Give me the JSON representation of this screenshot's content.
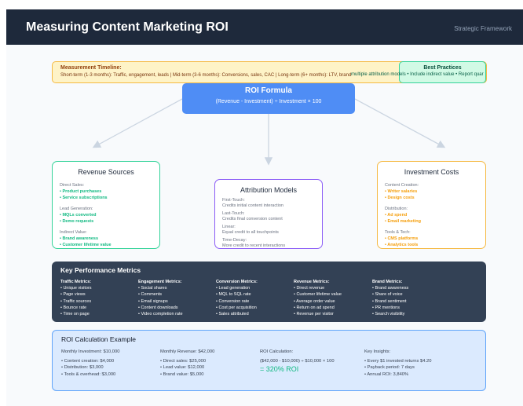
{
  "header": {
    "title": "Measuring Content Marketing ROI",
    "subtitle": "Strategic Framework"
  },
  "timeline": {
    "title": "Measurement Timeline:",
    "text": "Short-term (1-3 months): Traffic, engagement, leads | Mid-term (3-6 months): Conversions, sales, CAC | Long-term (6+ months): LTV, brand"
  },
  "best_practices": {
    "title": "Best Practices",
    "text": "multiple attribution models • Include indirect value • Report quar"
  },
  "formula": {
    "title": "ROI Formula",
    "text": "(Revenue - Investment) ÷ Investment × 100"
  },
  "revenue": {
    "title": "Revenue Sources",
    "color": "#10b981",
    "groups": [
      {
        "label": "Direct Sales:",
        "items": [
          "• Product purchases",
          "• Service subscriptions"
        ]
      },
      {
        "label": "Lead Generation:",
        "items": [
          "• MQLs converted",
          "• Demo requests"
        ]
      },
      {
        "label": "Indirect Value:",
        "items": [
          "• Brand awareness",
          "• Customer lifetime value"
        ]
      }
    ]
  },
  "attribution": {
    "title": "Attribution Models",
    "color": "#8b5cf6",
    "groups": [
      {
        "label": "First-Touch:",
        "desc": "Credits initial content interaction"
      },
      {
        "label": "Last-Touch:",
        "desc": "Credits final conversion content"
      },
      {
        "label": "Linear:",
        "desc": "Equal credit to all touchpoints"
      },
      {
        "label": "Time-Decay:",
        "desc": "More credit to recent interactions"
      }
    ]
  },
  "investment": {
    "title": "Investment Costs",
    "color": "#f59e0b",
    "groups": [
      {
        "label": "Content Creation:",
        "items": [
          "• Writer salaries",
          "• Design costs"
        ]
      },
      {
        "label": "Distribution:",
        "items": [
          "• Ad spend",
          "• Email marketing"
        ]
      },
      {
        "label": "Tools & Tech:",
        "items": [
          "• CMS platforms",
          "• Analytics tools"
        ]
      }
    ]
  },
  "kpi": {
    "title": "Key Performance Metrics",
    "columns": [
      {
        "heading": "Traffic Metrics:",
        "items": [
          "• Unique visitors",
          "• Page views",
          "• Traffic sources",
          "• Bounce rate",
          "• Time on page"
        ]
      },
      {
        "heading": "Engagement Metrics:",
        "items": [
          "• Social shares",
          "• Comments",
          "• Email signups",
          "• Content downloads",
          "• Video completion rate"
        ]
      },
      {
        "heading": "Conversion Metrics:",
        "items": [
          "• Lead generation",
          "• MQL to SQL rate",
          "• Conversion rate",
          "• Cost per acquisition",
          "• Sales attributed"
        ]
      },
      {
        "heading": "Revenue Metrics:",
        "items": [
          "• Direct revenue",
          "• Customer lifetime value",
          "• Average order value",
          "• Return on ad spend",
          "• Revenue per visitor"
        ]
      },
      {
        "heading": "Brand Metrics:",
        "items": [
          "• Brand awareness",
          "• Share of voice",
          "• Brand sentiment",
          "• PR mentions",
          "• Search visibility"
        ]
      }
    ]
  },
  "calc": {
    "title": "ROI Calculation Example",
    "columns": [
      {
        "heading": "Monthly Investment: $10,000",
        "items": [
          "• Content creation: $4,000",
          "• Distribution: $3,000",
          "• Tools & overhead: $3,000"
        ]
      },
      {
        "heading": "Monthly Revenue: $42,000",
        "items": [
          "• Direct sales: $25,000",
          "• Lead value: $12,000",
          "• Brand value: $5,000"
        ]
      },
      {
        "heading": "ROI Calculation:",
        "items": [
          "($42,000 - $10,000) ÷ $10,000 × 100"
        ],
        "result": "= 320% ROI"
      },
      {
        "heading": "Key Insights:",
        "items": [
          "• Every $1 invested returns $4.20",
          "• Payback period: 7 days",
          "• Annual ROI: 3,840%"
        ]
      }
    ]
  }
}
